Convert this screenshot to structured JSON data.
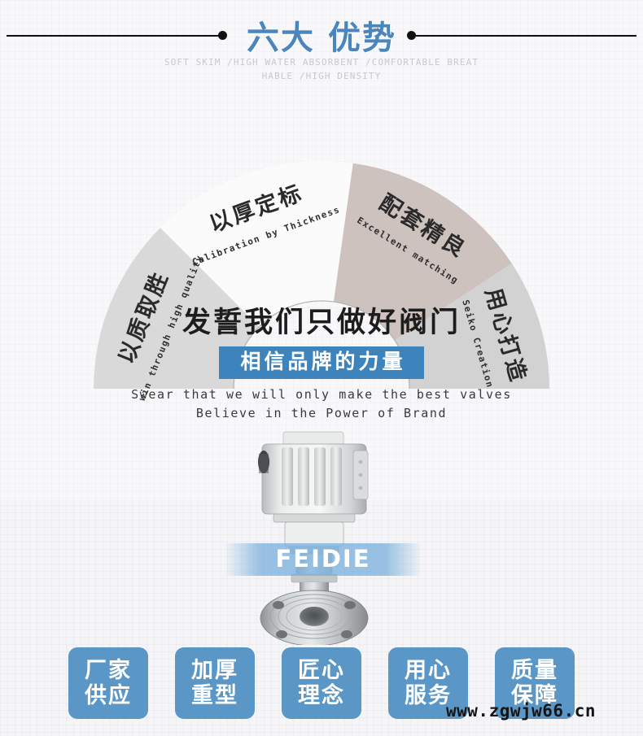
{
  "header": {
    "title_part1": "六大",
    "title_part2": "优势",
    "subtitle_line1": "SOFT SKIM /HIGH WATER ABSORBENT /COMFORTABLE BREAT",
    "subtitle_line2": "HABLE /HIGH DENSITY",
    "title_color": "#4a86bd",
    "rule_color": "#111111"
  },
  "ring": {
    "segments": [
      {
        "id": "quality",
        "cn": "以质取胜",
        "en": "win through high quality",
        "fill": "#d9d9d9"
      },
      {
        "id": "thickness",
        "cn": "以厚定标",
        "en": "Calibration by Thickness",
        "fill": "#fbfbfb"
      },
      {
        "id": "matching",
        "cn": "配套精良",
        "en": "Excellent matching",
        "fill": "#cdc2bd"
      },
      {
        "id": "seiko",
        "cn": "用心打造",
        "en": "Seiko Creation",
        "fill": "#d2d2d2"
      }
    ],
    "inner_circle_stroke": "#b5b5b5"
  },
  "center": {
    "headline": "发誓我们只做好阀门",
    "banner": "相信品牌的力量",
    "banner_color": "#3d84bd",
    "english_line1": "Swear that we will only make the best valves",
    "english_line2": "Believe in the Power of Brand"
  },
  "product": {
    "brand_overlay": "FEIDIE",
    "band_color": "#78afdc"
  },
  "chips": {
    "accent_color": "#5a97c6",
    "items": [
      {
        "line1": "厂家",
        "line2": "供应"
      },
      {
        "line1": "加厚",
        "line2": "重型"
      },
      {
        "line1": "匠心",
        "line2": "理念"
      },
      {
        "line1": "用心",
        "line2": "服务"
      },
      {
        "line1": "质量",
        "line2": "保障"
      }
    ]
  },
  "watermark": "www.zgwjw66.cn"
}
